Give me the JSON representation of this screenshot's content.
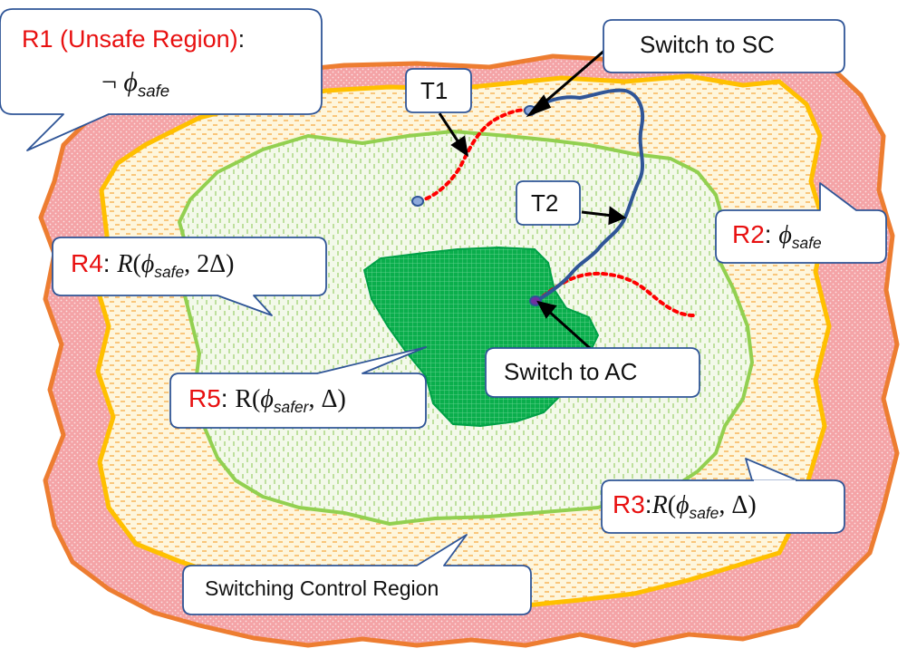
{
  "regions": {
    "r1": {
      "tag": "R1 (Unsafe Region)",
      "sep": ":",
      "formula_prefix": "¬ ",
      "phi": "ϕ",
      "sub": "safe"
    },
    "r2": {
      "tag": "R2",
      "sep": ": ",
      "phi": "ϕ",
      "sub": "safe"
    },
    "r3": {
      "tag": "R3",
      "sep": ":",
      "r": "R",
      "phi": "ϕ",
      "sub": "safe",
      "rest": ", Δ)"
    },
    "r4": {
      "tag": "R4",
      "sep": ": ",
      "r": "R",
      "phi": "ϕ",
      "sub": "safe",
      "rest": ", 2Δ)"
    },
    "r5": {
      "tag": "R5",
      "sep": ": ",
      "r": "R",
      "phi": "ϕ",
      "sub": "safer",
      "rest": ", Δ)"
    }
  },
  "labels": {
    "switch_sc": "Switch to SC",
    "switch_ac": "Switch to AC",
    "t1": "T1",
    "t2": "T2",
    "switching_region": "Switching Control Region"
  },
  "colors": {
    "r1_fill": "#f2969a",
    "r1_border": "#ed7d31",
    "r2_border": "#ffc000",
    "r3_fill": "#fef0c8",
    "r4_border": "#92d050",
    "r4_fill": "#eef7e2",
    "r5_fill": "#00b050",
    "trajectory_t1": "#ff0000",
    "trajectory_t2": "#2f5597",
    "callout_border": "#2f5597",
    "highlight_text": "#e81010"
  }
}
